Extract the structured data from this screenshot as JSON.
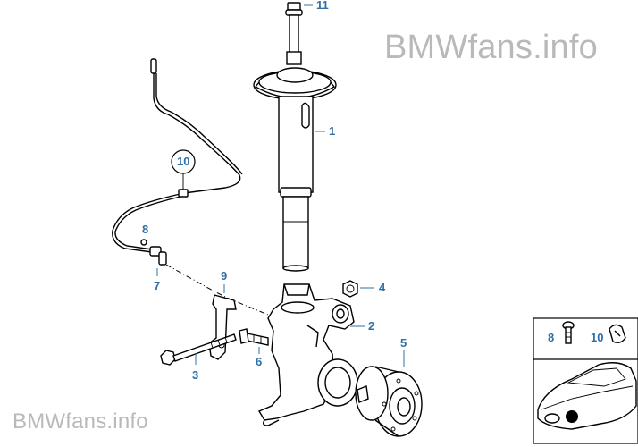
{
  "watermark": {
    "top": "BMWfans.info",
    "bottom": "BMWfans.info"
  },
  "parts": {
    "p1": "1",
    "p2": "2",
    "p3": "3",
    "p4": "4",
    "p5": "5",
    "p6": "6",
    "p7": "7",
    "p8": "8",
    "p9": "9",
    "p10": "10",
    "p11": "11"
  },
  "inset": {
    "label_8": "8",
    "label_10": "10"
  },
  "colors": {
    "label": "#2f6fa6",
    "watermark": "#b9b9b9",
    "line": "#000000"
  }
}
